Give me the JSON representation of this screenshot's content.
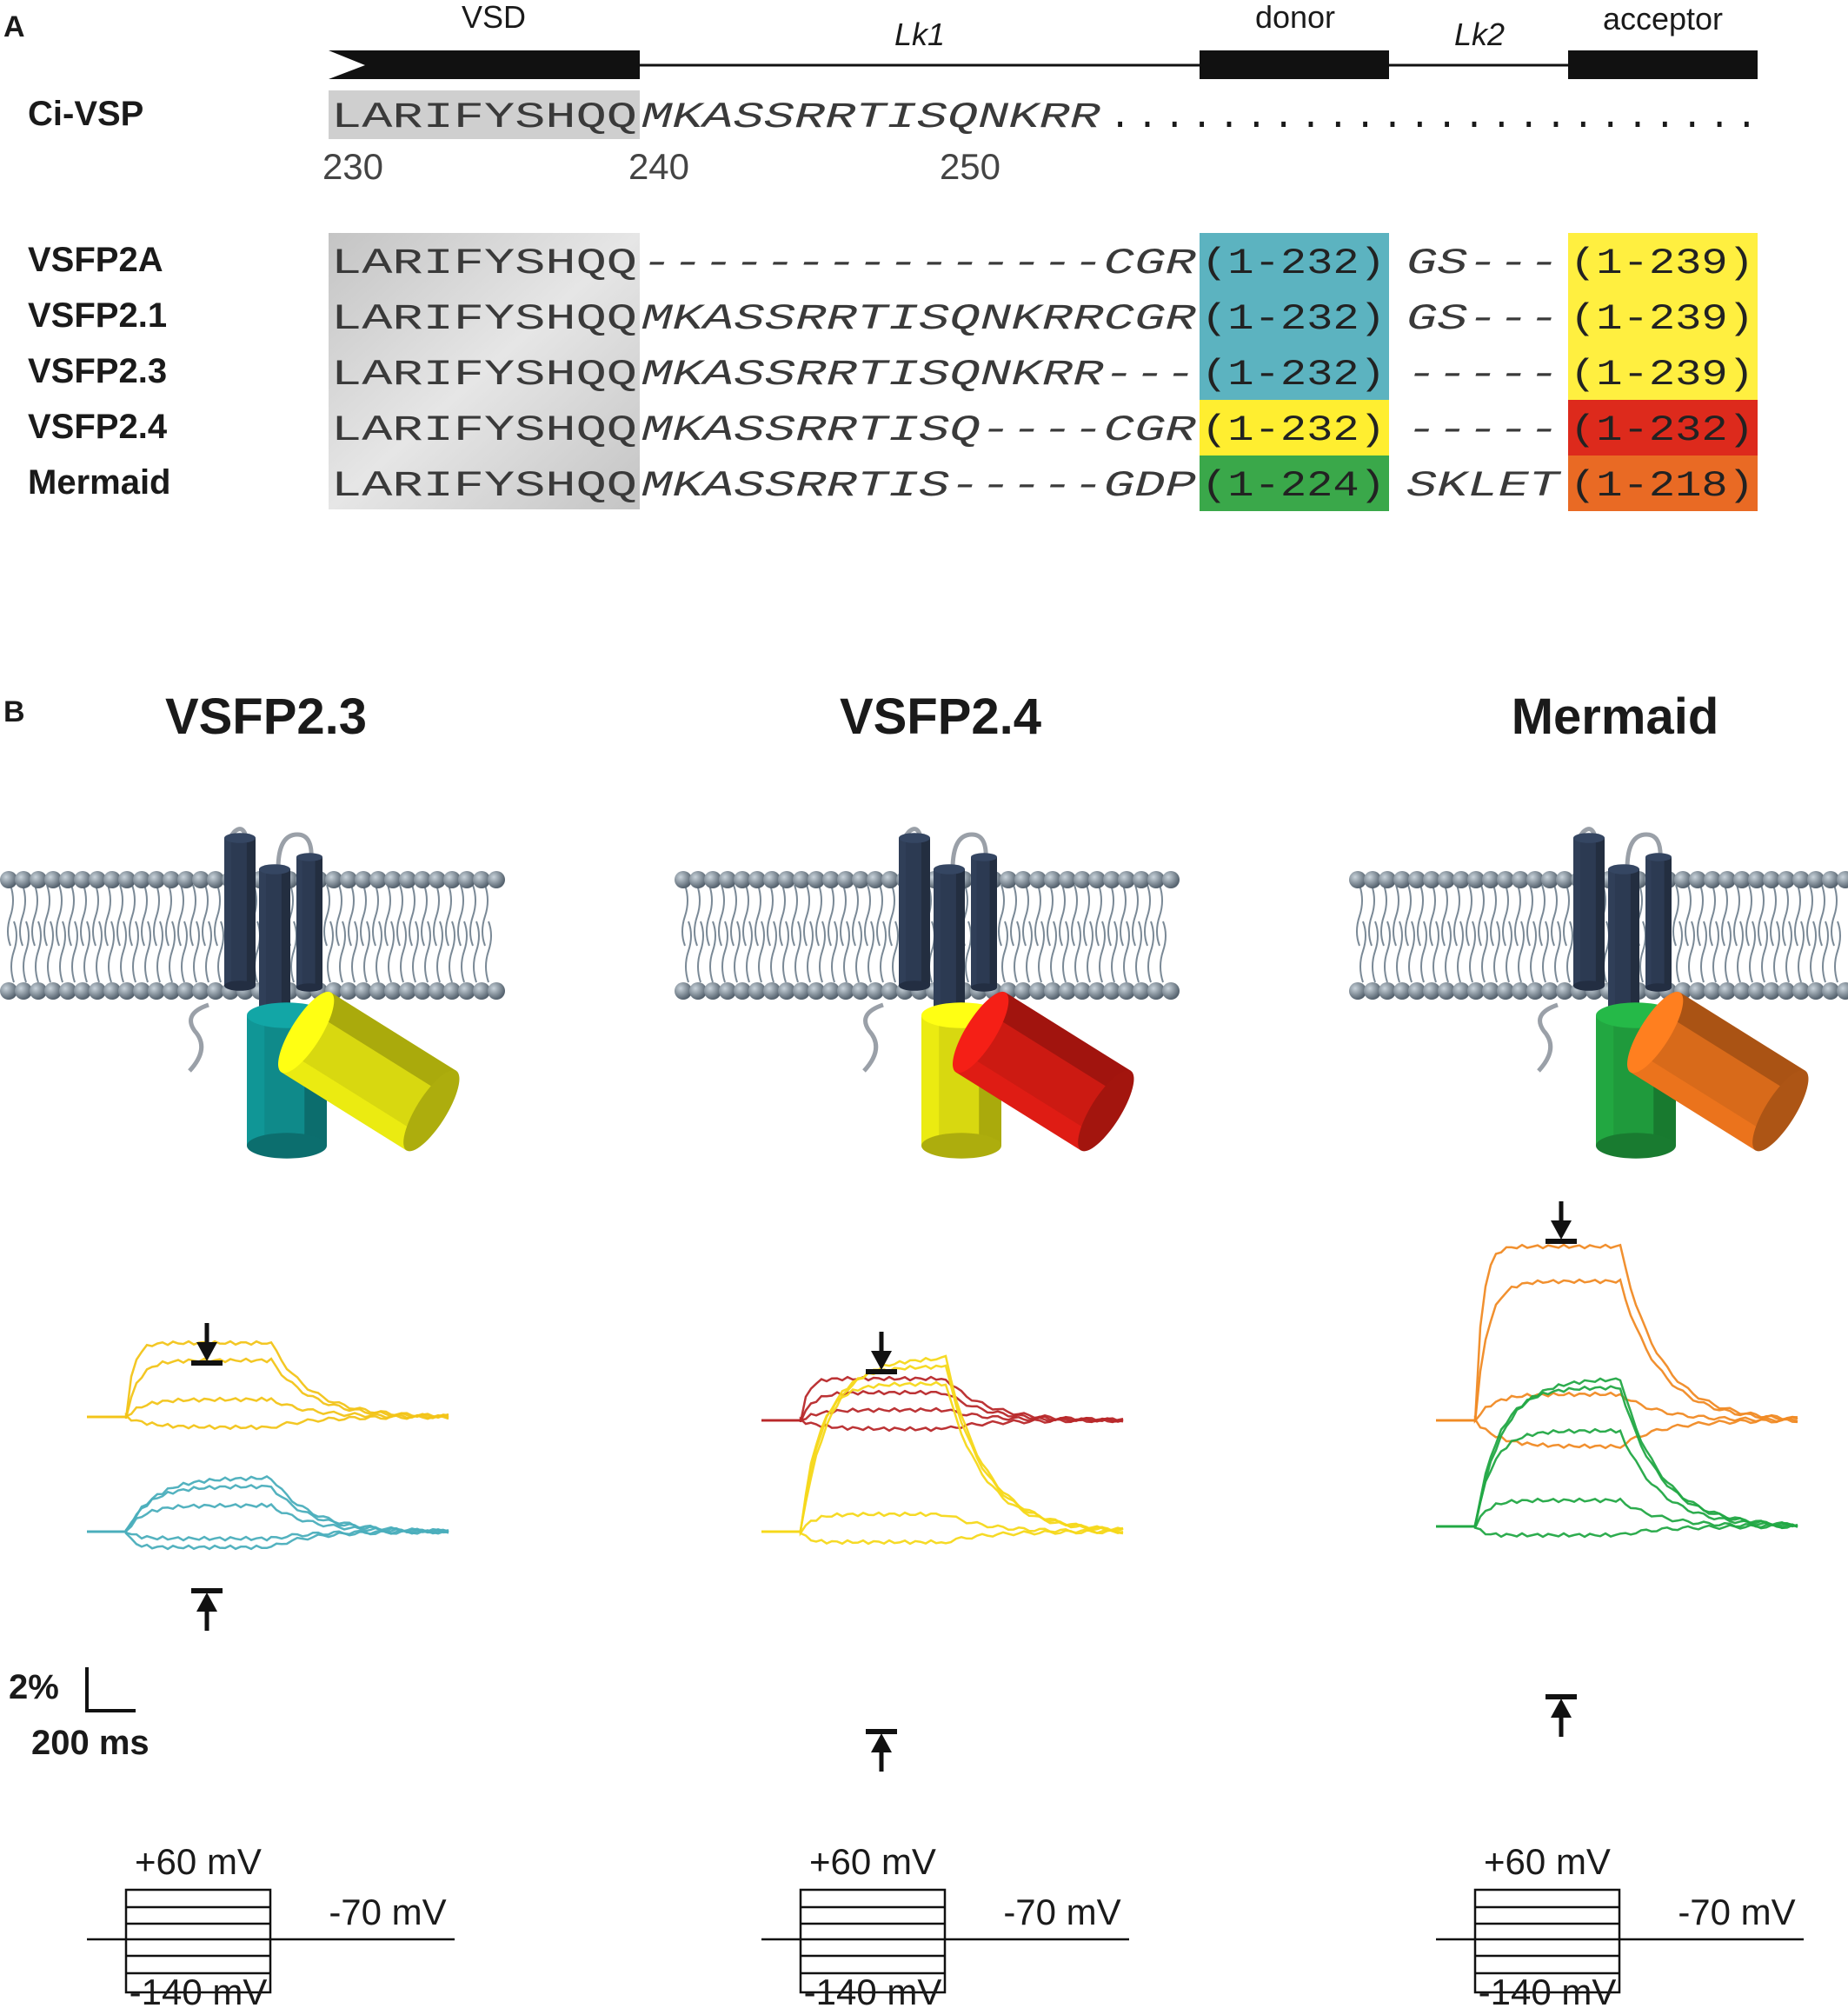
{
  "panel_a": {
    "label": "A",
    "domains": {
      "vsd": "VSD",
      "lk1": "Lk1",
      "donor": "donor",
      "lk2": "Lk2",
      "acceptor": "acceptor"
    },
    "ref": {
      "name": "Ci-VSP",
      "vsd_seq": "LARIFYSHQQ",
      "lk1_seq": "MKASSRRTISQNKRR",
      "dots": ". . . . . . . . . . . . . . . . . . . . . . . ."
    },
    "ticks": [
      "230",
      "240",
      "250"
    ],
    "rows": [
      {
        "name": "VSFP2A",
        "vsd": "LARIFYSHQQ",
        "lk1": "---------------CGR",
        "donor": "(1-232)",
        "lk2": "GS---",
        "acceptor": "(1-239)",
        "donor_color": "#5cb3c0",
        "acceptor_color": "#ffef40"
      },
      {
        "name": "VSFP2.1",
        "vsd": "LARIFYSHQQ",
        "lk1": "MKASSRRTISQNKRRCGR",
        "donor": "(1-232)",
        "lk2": "GS---",
        "acceptor": "(1-239)",
        "donor_color": "#5cb3c0",
        "acceptor_color": "#ffef40"
      },
      {
        "name": "VSFP2.3",
        "vsd": "LARIFYSHQQ",
        "lk1": "MKASSRRTISQNKRR---",
        "donor": "(1-232)",
        "lk2": "-----",
        "acceptor": "(1-239)",
        "donor_color": "#5cb3c0",
        "acceptor_color": "#ffef40"
      },
      {
        "name": "VSFP2.4",
        "vsd": "LARIFYSHQQ",
        "lk1": "MKASSRRTISQ----CGR",
        "donor": "(1-232)",
        "lk2": "-----",
        "acceptor": "(1-232)",
        "donor_color": "#ffee30",
        "acceptor_color": "#dd2a1c"
      },
      {
        "name": "Mermaid",
        "vsd": "LARIFYSHQQ",
        "lk1": "MKASSRRTIS-----GDP",
        "donor": "(1-224)",
        "lk2": "SKLET",
        "acceptor": "(1-218)",
        "donor_color": "#3aa84a",
        "acceptor_color": "#e96a24"
      }
    ]
  },
  "panel_b": {
    "label": "B",
    "constructs": [
      {
        "title": "VSFP2.3",
        "donor_color": "#0f8a8a",
        "acceptor_color": "#d8d810",
        "top_trace_color": "#f2c418",
        "bottom_trace_color": "#4aaebc"
      },
      {
        "title": "VSFP2.4",
        "donor_color": "#d8d810",
        "acceptor_color": "#cc1a12",
        "top_trace_color": "#b8282a",
        "bottom_trace_color": "#f6d81a"
      },
      {
        "title": "Mermaid",
        "donor_color": "#1f9a3c",
        "acceptor_color": "#d86a1a",
        "top_trace_color": "#f08a24",
        "bottom_trace_color": "#22a844"
      }
    ],
    "scale_bar": {
      "y_label": "2%",
      "x_label": "200 ms"
    },
    "protocol": {
      "high": "+60 mV",
      "hold": "-70 mV",
      "low": "-140 mV"
    }
  },
  "colors": {
    "ink": "#1a1a1a",
    "membrane": "#6a7a88",
    "helix": "#2c3a52",
    "grey_box": "#cfcfcf"
  }
}
